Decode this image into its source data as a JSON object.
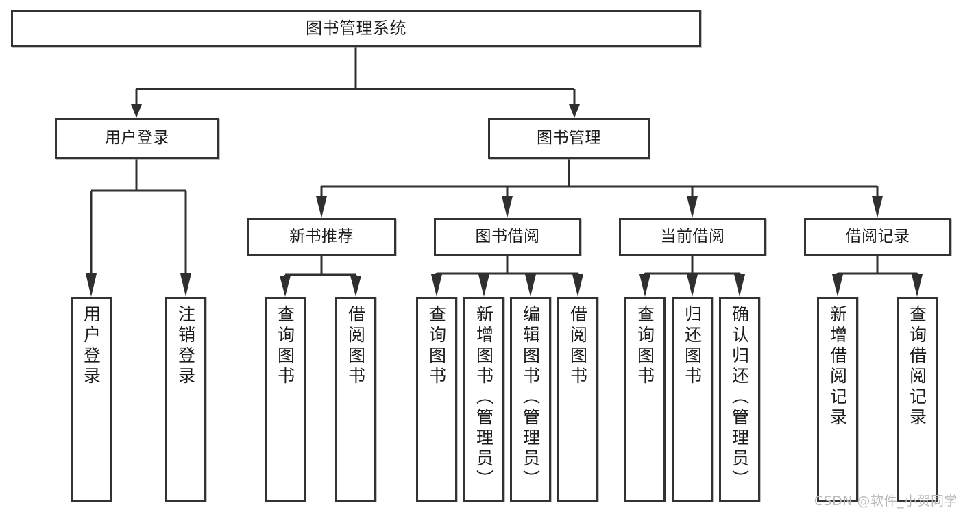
{
  "diagram": {
    "type": "tree-hierarchy",
    "orientation": "top-down",
    "root": {
      "label": "图书管理系统"
    },
    "level2": [
      {
        "label": "用户登录"
      },
      {
        "label": "图书管理"
      }
    ],
    "level3": [
      {
        "label": "新书推荐"
      },
      {
        "label": "图书借阅"
      },
      {
        "label": "当前借阅"
      },
      {
        "label": "借阅记录"
      }
    ],
    "leaves": {
      "user_login": [
        {
          "label": "用户登录"
        },
        {
          "label": "注销登录"
        }
      ],
      "new_book_recommend": [
        {
          "label": "查询图书"
        },
        {
          "label": "借阅图书"
        }
      ],
      "book_borrow": [
        {
          "label": "查询图书"
        },
        {
          "label": "新增图书（管理员）"
        },
        {
          "label": "编辑图书（管理员）"
        },
        {
          "label": "借阅图书"
        }
      ],
      "current_borrow": [
        {
          "label": "查询图书"
        },
        {
          "label": "归还图书"
        },
        {
          "label": "确认归还（管理员）"
        }
      ],
      "borrow_record": [
        {
          "label": "新增借阅记录"
        },
        {
          "label": "查询借阅记录"
        }
      ]
    }
  },
  "watermark": {
    "text": "CSDN @软件_小贺同学"
  },
  "colors": {
    "border": "#333333",
    "connector": "#2f2f2f",
    "background": "#ffffff",
    "text": "#1c1c1c",
    "watermark": "#b9b9b9"
  }
}
